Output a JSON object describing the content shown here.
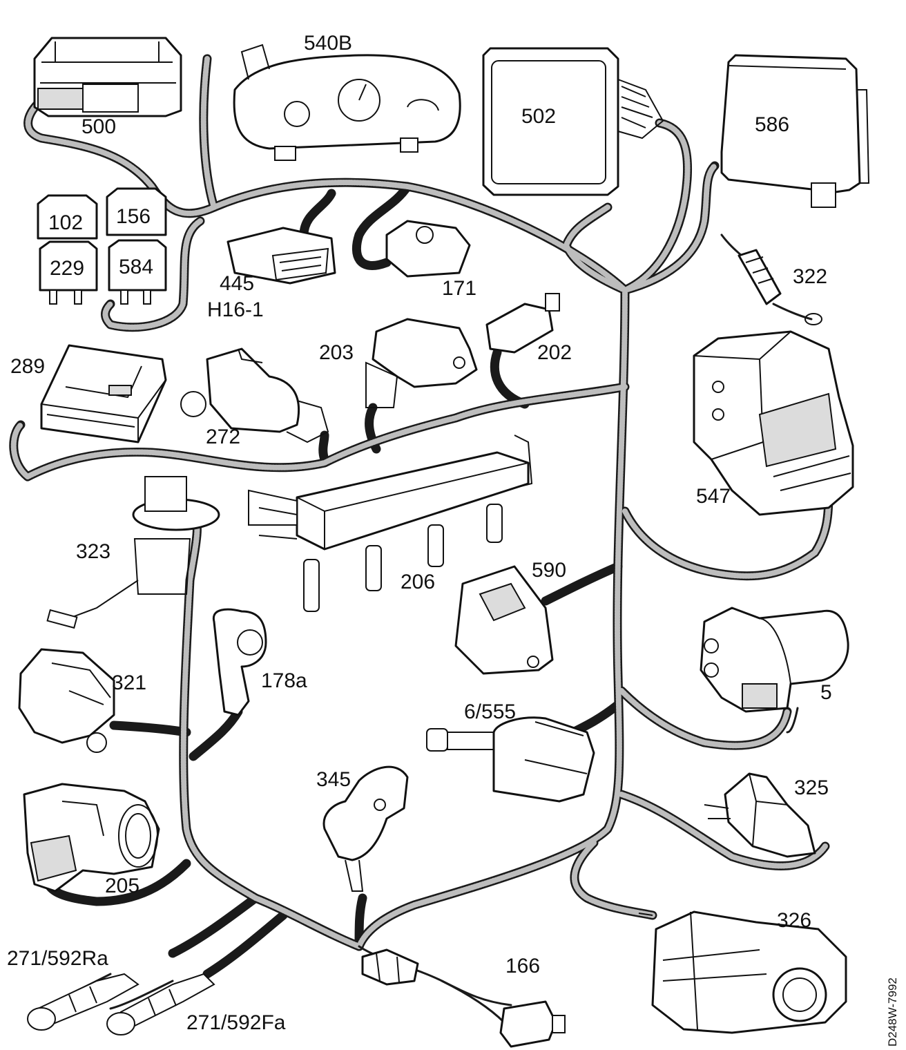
{
  "labels": {
    "l500": "500",
    "l540B": "540B",
    "l502": "502",
    "l586": "586",
    "l102": "102",
    "l156": "156",
    "l229": "229",
    "l584": "584",
    "l445": "445",
    "lH16": "H16-1",
    "l171": "171",
    "l322": "322",
    "l203": "203",
    "l202": "202",
    "l289": "289",
    "l272": "272",
    "l547": "547",
    "l323": "323",
    "l206": "206",
    "l590": "590",
    "l321": "321",
    "l178a": "178a",
    "l5": "5",
    "l6555": "6/555",
    "l345": "345",
    "l325": "325",
    "l205": "205",
    "l326": "326",
    "l271R": "271/592Ra",
    "l166": "166",
    "l271F": "271/592Fa"
  },
  "drawing_code": "D248W-7992"
}
